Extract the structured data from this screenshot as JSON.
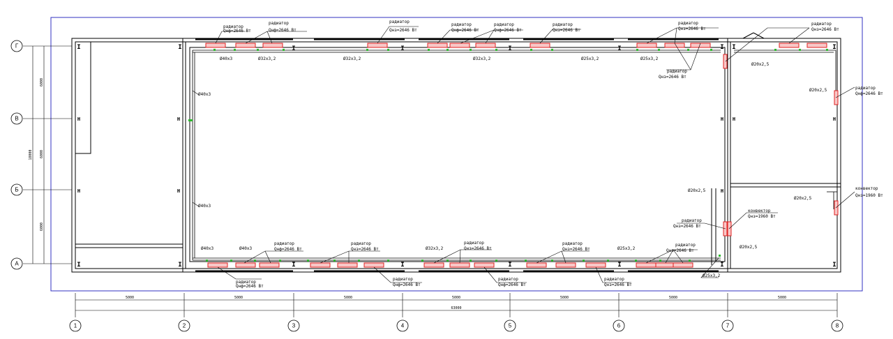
{
  "axes_x": [
    "1",
    "2",
    "3",
    "4",
    "5",
    "6",
    "7",
    "8"
  ],
  "axes_y": [
    "Г",
    "В",
    "Б",
    "А"
  ],
  "dims_bottom": [
    "5000",
    "5000",
    "5000",
    "5000",
    "5000",
    "5000",
    "5000"
  ],
  "dim_total": "63000",
  "dims_left": [
    "6000",
    "6000",
    "6000"
  ],
  "dim_left_total": "18000",
  "radiator_label": "радиатор",
  "convector_label": "конвектор",
  "q_2646_a": "Qнф=2646 Вт",
  "q_2646_b": "Qнз=2646 Вт",
  "q_1960": "Qнз=1960 Вт",
  "pipes": {
    "d40": "Ø40х3",
    "d32": "Ø32х3,2",
    "d25": "Ø25х3,2",
    "d20": "Ø20х2,5"
  }
}
